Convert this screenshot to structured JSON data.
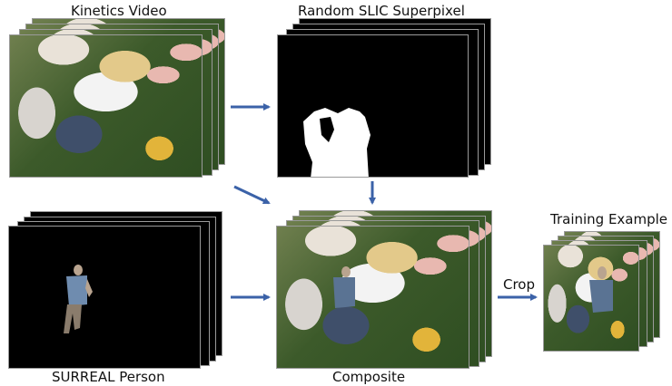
{
  "labels": {
    "kinetics_video": "Kinetics Video",
    "random_slic": "Random SLIC Superpixel",
    "surreal_person": "SURREAL Person",
    "composite": "Composite",
    "training_example": "Training Example",
    "crop": "Crop"
  },
  "colors": {
    "arrow": "#3b62a8",
    "frame_border": "#9a9a9a"
  }
}
